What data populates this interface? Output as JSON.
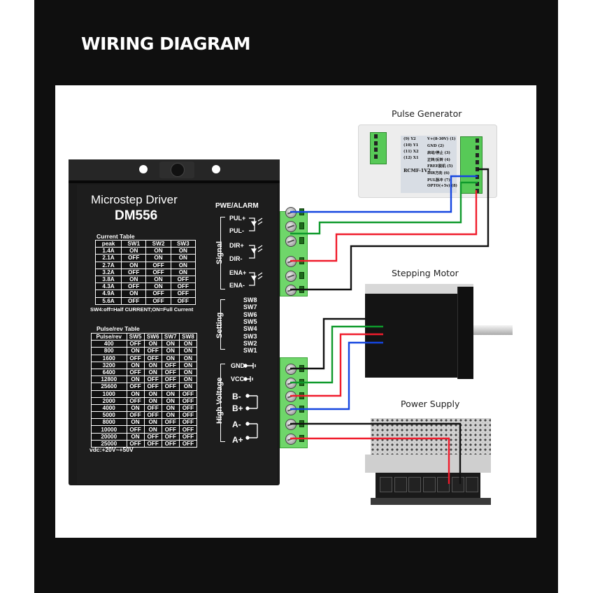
{
  "title": "WIRING DIAGRAM",
  "labels": {
    "pulse_generator": "Pulse Generator",
    "stepping_motor": "Stepping Motor",
    "power_supply": "Power Supply"
  },
  "driver": {
    "name": "Microstep Driver",
    "model": "DM556",
    "alarm_label": "PWE/ALARM",
    "signal_group": "Signal",
    "setting_group": "Setting",
    "hv_group": "High Voltage",
    "signal_terminals": [
      "PUL+",
      "PUL-",
      "DIR+",
      "DIR-",
      "ENA+",
      "ENA-"
    ],
    "switches": [
      "SW8",
      "SW7",
      "SW6",
      "SW5",
      "SW4",
      "SW3",
      "SW2",
      "SW1"
    ],
    "power_terminals": [
      "GND",
      "VCC",
      "B-",
      "B+",
      "A-",
      "A+"
    ],
    "current_table": {
      "caption": "Current Table",
      "headers": [
        "peak",
        "SW1",
        "SW2",
        "SW3"
      ],
      "rows": [
        [
          "1.4A",
          "ON",
          "ON",
          "ON"
        ],
        [
          "2.1A",
          "OFF",
          "ON",
          "ON"
        ],
        [
          "2.7A",
          "ON",
          "OFF",
          "ON"
        ],
        [
          "3.2A",
          "OFF",
          "OFF",
          "ON"
        ],
        [
          "3.8A",
          "ON",
          "ON",
          "OFF"
        ],
        [
          "4.3A",
          "OFF",
          "ON",
          "OFF"
        ],
        [
          "4.9A",
          "ON",
          "OFF",
          "OFF"
        ],
        [
          "5.6A",
          "OFF",
          "OFF",
          "OFF"
        ]
      ],
      "note": "SW4:off=Half CURRENT;ON=Full Current"
    },
    "pulse_table": {
      "caption": "Pulse/rev Table",
      "headers": [
        "Pulse/rev",
        "SW5",
        "SW6",
        "SW7",
        "SW8"
      ],
      "rows": [
        [
          "400",
          "OFF",
          "ON",
          "ON",
          "ON"
        ],
        [
          "800",
          "ON",
          "OFF",
          "ON",
          "ON"
        ],
        [
          "1600",
          "OFF",
          "OFF",
          "ON",
          "ON"
        ],
        [
          "3200",
          "ON",
          "ON",
          "OFF",
          "ON"
        ],
        [
          "6400",
          "OFF",
          "ON",
          "OFF",
          "ON"
        ],
        [
          "12800",
          "ON",
          "OFF",
          "OFF",
          "ON"
        ],
        [
          "25600",
          "OFF",
          "OFF",
          "OFF",
          "ON"
        ],
        [
          "1000",
          "ON",
          "ON",
          "ON",
          "OFF"
        ],
        [
          "2000",
          "OFF",
          "ON",
          "ON",
          "OFF"
        ],
        [
          "4000",
          "ON",
          "OFF",
          "ON",
          "OFF"
        ],
        [
          "5000",
          "OFF",
          "OFF",
          "ON",
          "OFF"
        ],
        [
          "8000",
          "ON",
          "ON",
          "OFF",
          "OFF"
        ],
        [
          "10000",
          "OFF",
          "ON",
          "OFF",
          "OFF"
        ],
        [
          "20000",
          "ON",
          "OFF",
          "OFF",
          "OFF"
        ],
        [
          "25000",
          "OFF",
          "OFF",
          "OFF",
          "OFF"
        ]
      ]
    },
    "voltage_note": "vdc:+20V~+50V"
  },
  "pulse_generator": {
    "model": "RCMF-1V2",
    "left_pins": [
      {
        "num": "9",
        "name": "Y2"
      },
      {
        "num": "10",
        "name": "Y1"
      },
      {
        "num": "11",
        "name": "X2"
      },
      {
        "num": "12",
        "name": "X1"
      }
    ],
    "right_pins": [
      {
        "num": "1",
        "name": "V+(8-30V)"
      },
      {
        "num": "2",
        "name": "GND"
      },
      {
        "num": "3",
        "name": "启动/停止"
      },
      {
        "num": "4",
        "name": "正转/反转"
      },
      {
        "num": "5",
        "name": "FREE脱机"
      },
      {
        "num": "6",
        "name": "DIR方向"
      },
      {
        "num": "7",
        "name": "PUL脉冲"
      },
      {
        "num": "8",
        "name": "OPTO(+5v)"
      }
    ]
  },
  "wire_colors": {
    "blue": "#1546e0",
    "green": "#0f9a2c",
    "red": "#f01c2c",
    "black": "#111111"
  },
  "connections": [
    {
      "from": "PUL+",
      "to": "DIR方向",
      "color": "blue"
    },
    {
      "from": "PUL-",
      "to": "PUL脉冲",
      "color": "green"
    },
    {
      "from": "DIR-",
      "to": "OPTO(+5v)",
      "color": "red"
    },
    {
      "from": "ENA-",
      "to": "FREE脱机",
      "color": "black"
    },
    {
      "from": "GND",
      "to": "Stepping Motor",
      "color": "black"
    },
    {
      "from": "VCC",
      "to": "Stepping Motor",
      "color": "green"
    },
    {
      "from": "B-",
      "to": "Stepping Motor",
      "color": "red"
    },
    {
      "from": "B+",
      "to": "Stepping Motor",
      "color": "blue"
    },
    {
      "from": "A-",
      "to": "Power Supply",
      "color": "black"
    },
    {
      "from": "A+",
      "to": "Power Supply",
      "color": "red"
    }
  ]
}
